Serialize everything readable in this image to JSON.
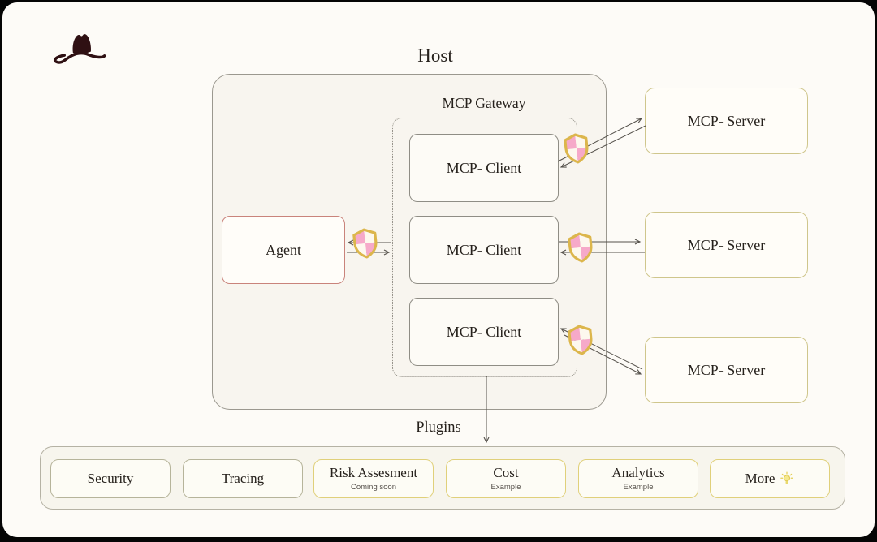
{
  "diagram": {
    "host_title": "Host",
    "gateway_label": "MCP Gateway",
    "agent_label": "Agent",
    "clients": [
      {
        "label": "MCP- Client"
      },
      {
        "label": "MCP- Client"
      },
      {
        "label": "MCP- Client"
      }
    ],
    "servers": [
      {
        "label": "MCP- Server"
      },
      {
        "label": "MCP- Server"
      },
      {
        "label": "MCP- Server"
      }
    ],
    "plugins_label": "Plugins",
    "icons": {
      "logo": "cowboy-hat",
      "connection_guard": "quartered-shield"
    }
  },
  "plugins_bar": {
    "items": [
      {
        "label": "Security"
      },
      {
        "label": "Tracing"
      },
      {
        "label": "Risk Assesment",
        "sublabel": "Coming soon"
      },
      {
        "label": "Cost",
        "sublabel": "Example"
      },
      {
        "label": "Analytics",
        "sublabel": "Example"
      },
      {
        "label": "More",
        "icon": "lightbulb-icon"
      }
    ]
  },
  "colors": {
    "canvas_bg": "#fdfbf7",
    "host_fill": "#f8f5ef",
    "host_border": "#9b988f",
    "agent_border": "#c9837b",
    "client_border": "#8f8d85",
    "server_border": "#cfc68c",
    "shield_gold": "#dcb64c",
    "shield_pink": "#f6a9c9",
    "plugin_yellow_border": "#e0d07a",
    "plugin_olive_border": "#b6b49a",
    "arrow": "#55514b",
    "logo_maroon": "#2f1013",
    "text": "#26211c"
  }
}
